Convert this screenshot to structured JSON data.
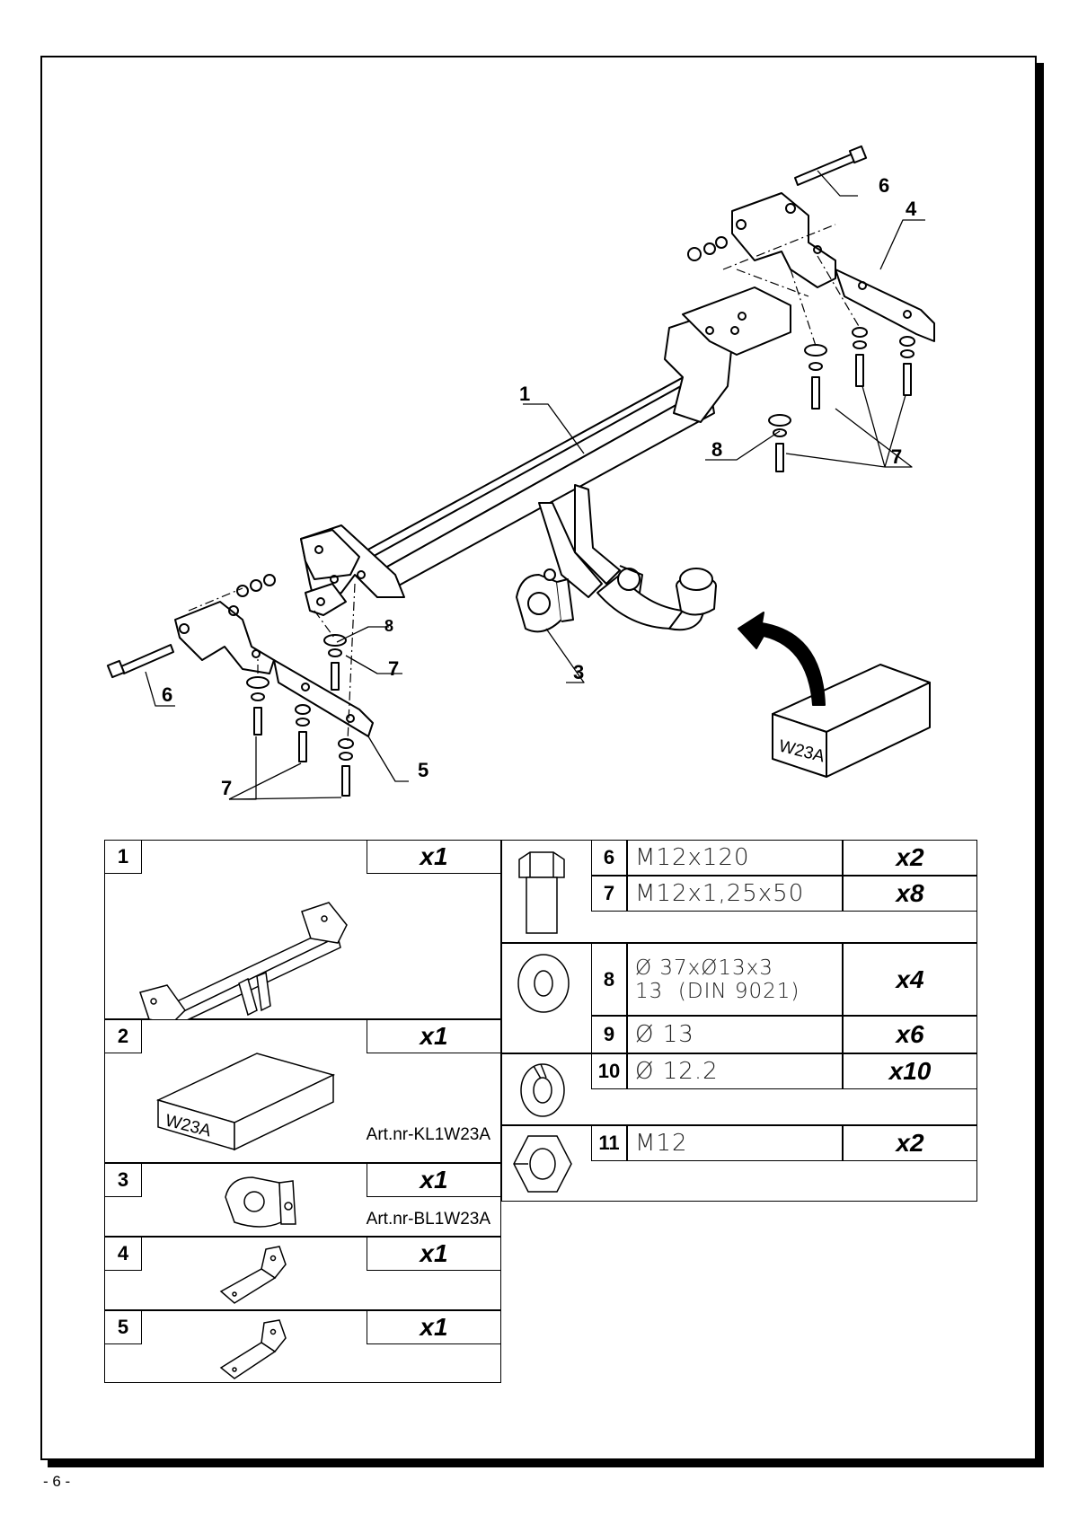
{
  "page": {
    "number": "- 6 -"
  },
  "callouts": {
    "c1": "1",
    "c3": "3",
    "c4": "4",
    "c5": "5",
    "c6_right": "6",
    "c6_left": "6",
    "c7_left_upper": "7",
    "c7_left_lower": "7",
    "c7_right": "7",
    "c8_left": "8",
    "c8_right": "8"
  },
  "box_labels": {
    "drawing": "W23A",
    "table": "W23A"
  },
  "parts": [
    {
      "num": "1",
      "qty": "x1",
      "art": ""
    },
    {
      "num": "2",
      "qty": "x1",
      "art": "Art.nr-KL1W23A"
    },
    {
      "num": "3",
      "qty": "x1",
      "art": "Art.nr-BL1W23A"
    },
    {
      "num": "4",
      "qty": "x1",
      "art": ""
    },
    {
      "num": "5",
      "qty": "x1",
      "art": ""
    }
  ],
  "fasteners": [
    {
      "num": "6",
      "spec": "M12x120",
      "qty": "x2"
    },
    {
      "num": "7",
      "spec": "M12x1,25x50",
      "qty": "x8"
    },
    {
      "num": "8",
      "spec_line1": "Ø 37xØ13x3",
      "spec_line2": "13  (DIN 9021)",
      "qty": "x4"
    },
    {
      "num": "9",
      "spec": "Ø 13",
      "qty": "x6"
    },
    {
      "num": "10",
      "spec": "Ø 12.2",
      "qty": "x10"
    },
    {
      "num": "11",
      "spec": "M12",
      "qty": "x2"
    }
  ]
}
